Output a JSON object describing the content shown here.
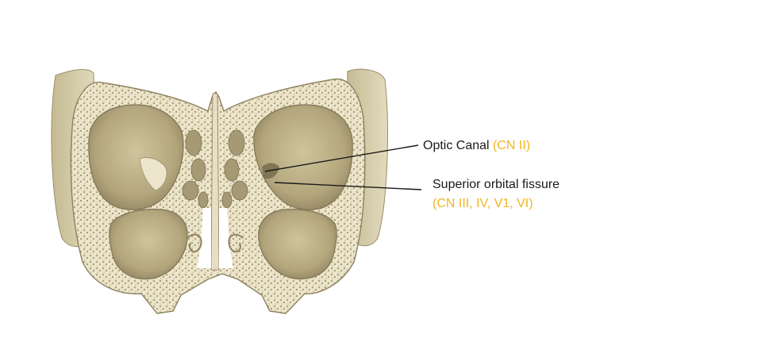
{
  "labels": {
    "optic_canal": {
      "name": "Optic Canal",
      "nerve": "(CN II)"
    },
    "superior_orbital_fissure": {
      "name": "Superior orbital fissure",
      "nerves": "(CN III, IV, V1, VI)"
    }
  },
  "colors": {
    "bone": "#d9d1b0",
    "bone_dark": "#a89c72",
    "bone_shadow": "#8d8160",
    "cancellous": "#e6dfc6",
    "cavity": "#b8ad86",
    "accent": "#f2b51f",
    "leader_line": "#1a1a1a",
    "text": "#1a1a1a"
  }
}
